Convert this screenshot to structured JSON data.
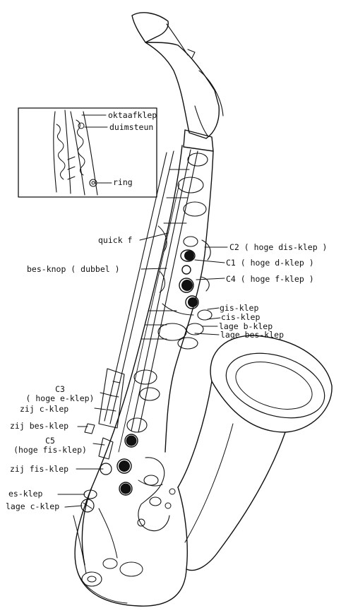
{
  "inset_labels": {
    "octave_key": "oktaafklep",
    "thumb_rest": "duimsteun",
    "ring": "ring"
  },
  "labels": {
    "quick_f": "quick f",
    "bes_knop": "bes-knop ( dubbel )",
    "c2": "C2 ( hoge dis-klep )",
    "c1": "C1 ( hoge d-klep )",
    "c4": "C4 ( hoge f-klep )",
    "gis": "gis-klep",
    "cis": "cis-klep",
    "low_b": "lage b-klep",
    "low_bes": "lage bes-klep",
    "c3_line1": "C3",
    "c3_line2": "( hoge e-klep)",
    "side_c": "zij c-klep",
    "side_bes": "zij bes-klep",
    "c5_line1": "C5",
    "c5_line2": "(hoge fis-klep)",
    "side_fis": "zij fis-klep",
    "es": "es-klep",
    "low_c": "lage c-klep"
  }
}
